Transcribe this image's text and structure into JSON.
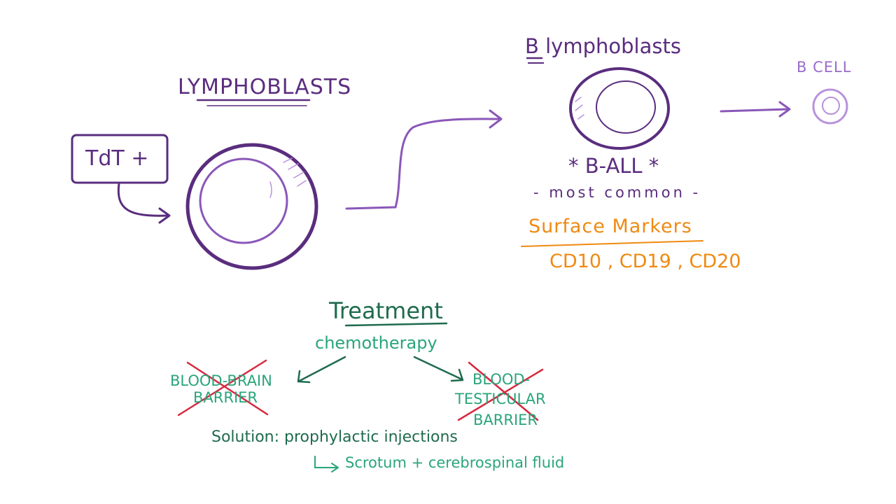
{
  "labels": {
    "lymphoblasts": "LYMPHOBLASTS",
    "tdt": "TdT +",
    "b_lymphoblasts": "B lymphoblasts",
    "b_cell": "B CELL",
    "b_all": "* B-ALL *",
    "most_common": "- most common -",
    "surface_markers": "Surface Markers",
    "markers": "CD10 , CD19 , CD20",
    "treatment": "Treatment",
    "chemotherapy": "chemotherapy",
    "bbb_line1": "BLOOD-BRAIN",
    "bbb_line2": "BARRIER",
    "btb_line1": "BLOOD-",
    "btb_line2": "TESTICULAR",
    "btb_line3": "BARRIER",
    "solution": "Solution: prophylactic injections",
    "scrotum": "Scrotum + cerebrospinal fluid"
  },
  "colors": {
    "dark_purple": "#5a2d7e",
    "purple": "#8a57b8",
    "light_purple": "#b892dd",
    "orange": "#ef8a12",
    "green": "#1f6b4e",
    "light_green": "#2aa57a",
    "red": "#d6283f"
  }
}
